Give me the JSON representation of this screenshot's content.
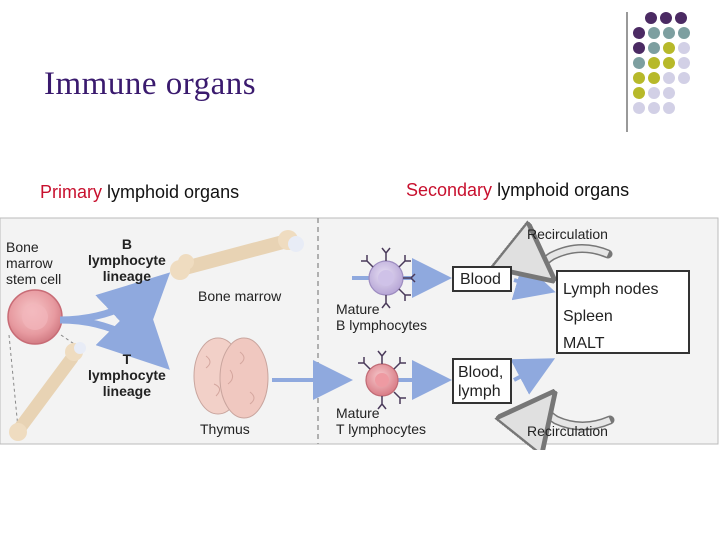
{
  "slide": {
    "title": "Immune organs"
  },
  "colors": {
    "title": "#3a1a6e",
    "accent_red": "#c8102e",
    "arrow_blue": "#8fa9de",
    "dot_purple": "#4b2a63",
    "dot_teal": "#7d9fa0",
    "dot_olive": "#b7b92a",
    "dot_lavender": "#d2d0e6"
  },
  "diagram": {
    "primary": {
      "heading_accent": "Primary",
      "heading_rest": " lymphoid organs"
    },
    "secondary": {
      "heading_accent": "Secondary",
      "heading_rest": " lymphoid organs"
    },
    "stem_cell_label": [
      "Bone",
      "marrow",
      "stem cell"
    ],
    "b_lineage": [
      "B",
      "lymphocyte",
      "lineage"
    ],
    "t_lineage": [
      "T",
      "lymphocyte",
      "lineage"
    ],
    "bone_marrow_label": "Bone marrow",
    "thymus_label": "Thymus",
    "mature_b": [
      "Mature",
      "B lymphocytes"
    ],
    "mature_t": [
      "Mature",
      "T lymphocytes"
    ],
    "blood_box": "Blood",
    "blood_lymph_box": [
      "Blood,",
      "lymph"
    ],
    "organs_box": [
      "Lymph nodes",
      "Spleen",
      "MALT"
    ],
    "recirculation_top": "Recirculation",
    "recirculation_bottom": "Recirculation"
  }
}
